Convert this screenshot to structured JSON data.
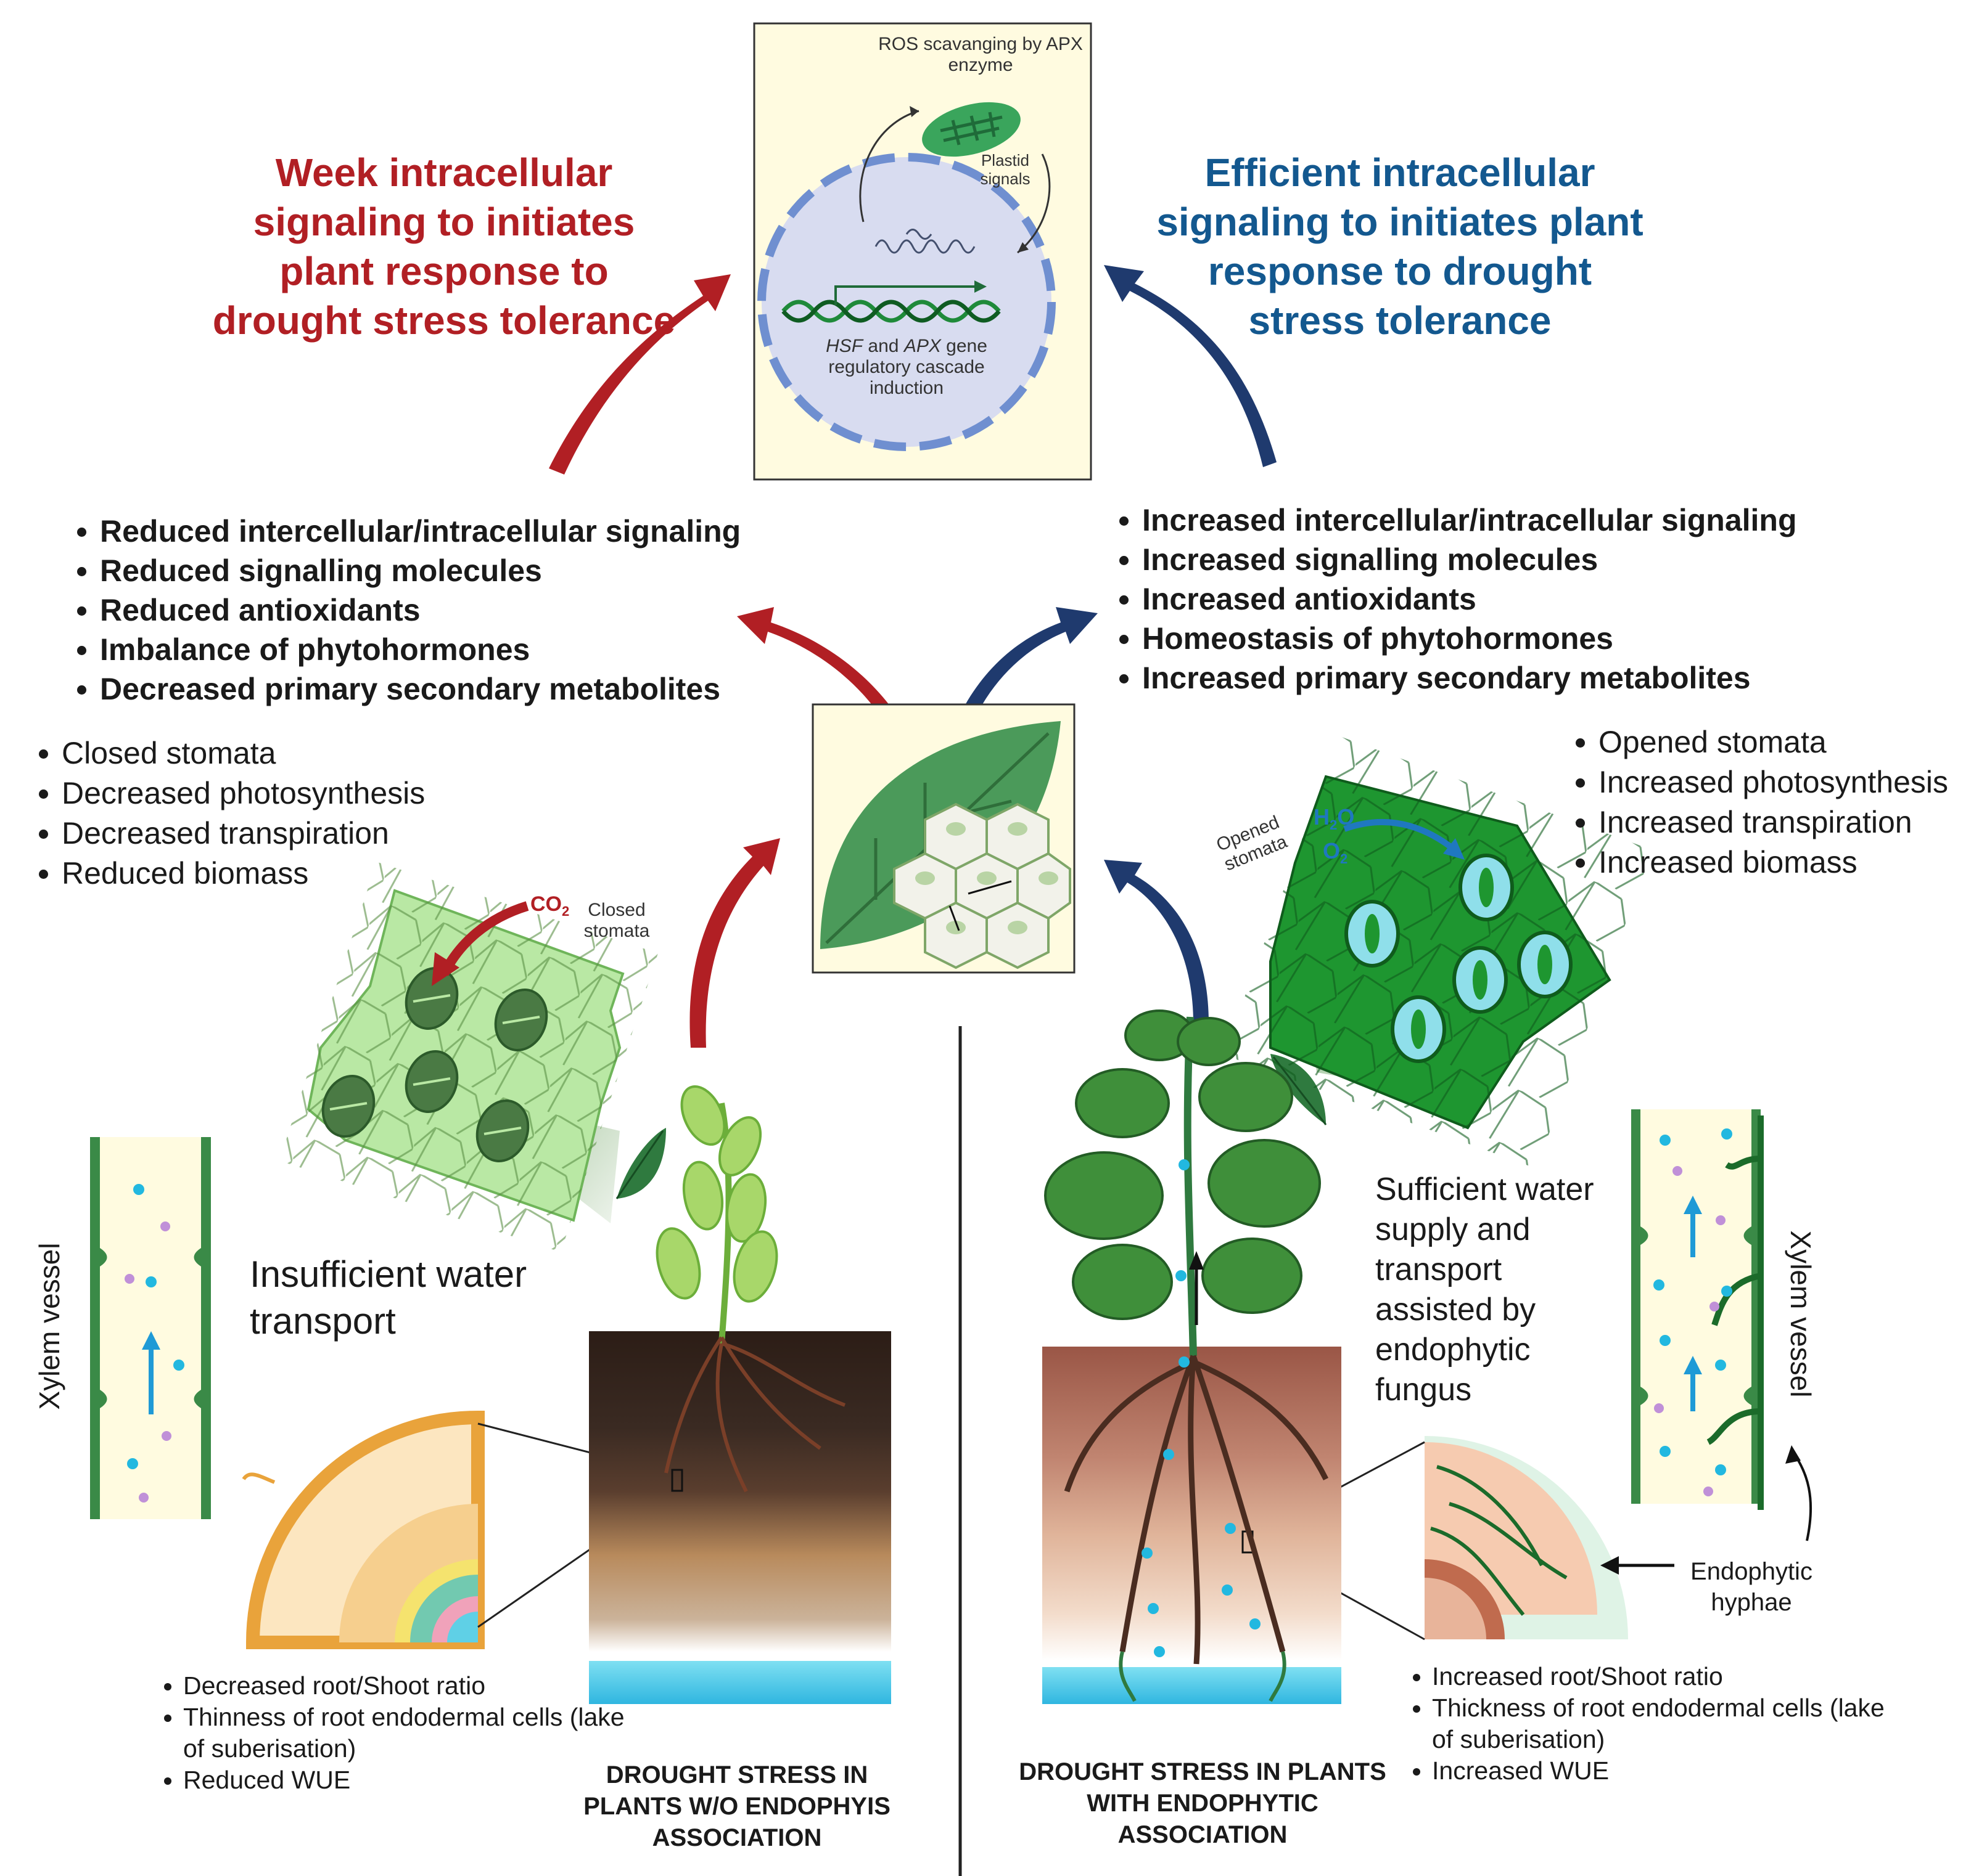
{
  "headings": {
    "left": "Week intracellular signaling to initiates plant response to drought stress tolerance",
    "right": "Efficient intracellular signaling to initiates plant response to drought stress tolerance"
  },
  "cell_panel": {
    "ros_label": "ROS scavanging by APX enzyme",
    "plastid_label": "Plastid signals",
    "gene_hsf": "HSF",
    "gene_and": " and ",
    "gene_apx": "APX",
    "gene_rest": " gene regulatory cascade induction"
  },
  "left_signal_list": [
    "Reduced intercellular/intracellular signaling",
    "Reduced signalling molecules",
    "Reduced antioxidants",
    "Imbalance of phytohormones",
    "Decreased primary secondary metabolites"
  ],
  "right_signal_list": [
    "Increased intercellular/intracellular signaling",
    "Increased signalling molecules",
    "Increased antioxidants",
    "Homeostasis of phytohormones",
    "Increased primary secondary metabolites"
  ],
  "left_physio_list": [
    "Closed stomata",
    "Decreased photosynthesis",
    "Decreased transpiration",
    "Reduced biomass"
  ],
  "right_physio_list": [
    "Opened stomata",
    "Increased photosynthesis",
    "Increased transpiration",
    "Increased biomass"
  ],
  "stomata_labels": {
    "co2": "CO",
    "co2_sub": "2",
    "closed": "Closed stomata",
    "opened": "Opened stomata",
    "h2o": "H",
    "h2o_sub": "2",
    "h2o_end": "O",
    "o2": "O",
    "o2_sub": "2"
  },
  "xylem_label": "Xylem vessel",
  "left_mid_text": "Insufficient water transport",
  "right_mid_text": "Sufficient water supply and transport assisted by endophytic fungus",
  "hyphae_label": "Endophytic hyphae",
  "left_root_list": [
    "Decreased root/Shoot ratio",
    "Thinness of root endodermal cells (lake of suberisation)",
    "Reduced WUE"
  ],
  "right_root_list": [
    "Increased root/Shoot ratio",
    "Thickness of root endodermal cells (lake of suberisation)",
    "Increased WUE"
  ],
  "captions": {
    "left": "DROUGHT STRESS IN PLANTS W/O ENDOPHYIS ASSOCIATION",
    "right": "DROUGHT STRESS IN PLANTS WITH ENDOPHYTIC ASSOCIATION"
  },
  "colors": {
    "red_arrow": "#b11f24",
    "blue_arrow": "#1f3a6e",
    "heading_red": "#b11f24",
    "heading_blue": "#13588f",
    "panel_bg": "#fffbe0"
  }
}
